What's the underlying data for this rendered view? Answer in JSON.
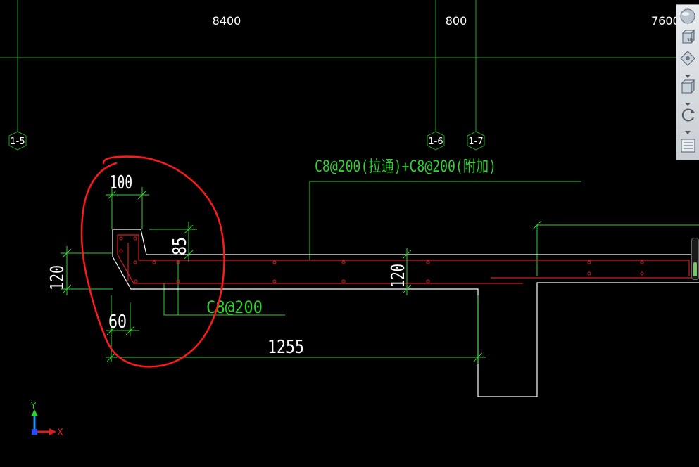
{
  "grid_dims": {
    "d1": "8400",
    "d2": "800",
    "d3": "7600"
  },
  "axes": {
    "a1": "1-5",
    "a2": "1-6",
    "a3": "1-7"
  },
  "rebar_labels": {
    "main": "C8@200(拉通)+C8@200(附加)",
    "lower": "C8@200"
  },
  "dims": {
    "width_top": "100",
    "height_85": "85",
    "height_120_left": "120",
    "height_120_mid": "120",
    "width_60": "60",
    "length_1255": "1255"
  },
  "ucs": {
    "x_label": "X",
    "y_label": "Y"
  },
  "toolbar": {
    "icons": [
      "steering-wheel-icon",
      "cube-3d-icon",
      "orbit-diamond-icon",
      "box-view-icon",
      "rotate-icon",
      "view-list-icon"
    ]
  },
  "colors": {
    "background": "#000000",
    "grid": "#1fa61f",
    "dim": "#2fd12f",
    "label": "#2fd12f",
    "outline": "#ffffff",
    "rebar": "#d81f1f",
    "annotation": "#ff1a1a"
  }
}
